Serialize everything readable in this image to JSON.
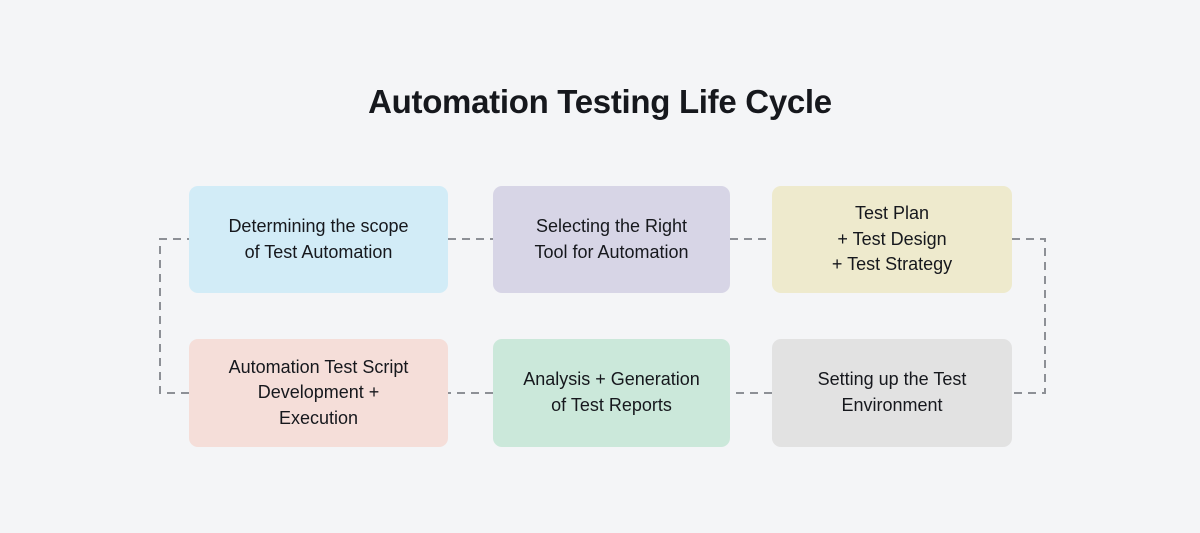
{
  "page": {
    "title": "Automation Testing Life Cycle",
    "background_color": "#f4f5f7",
    "text_color": "#16181d",
    "connector_color": "#8d9096",
    "connector_style": "dashed"
  },
  "chart_data": {
    "type": "diagram",
    "diagram_type": "process-flow",
    "title": "Automation Testing Life Cycle",
    "layout": "3-column x 2-row serpentine loop",
    "stages": [
      {
        "order": 1,
        "label": "Determining the scope\nof Test Automation",
        "color": "#d2ecf7",
        "color_name": "light-blue",
        "row": 1,
        "column": 1
      },
      {
        "order": 2,
        "label": "Selecting the Right\nTool for Automation",
        "color": "#d7d5e6",
        "color_name": "lavender",
        "row": 1,
        "column": 2
      },
      {
        "order": 3,
        "label": "Test Plan\n+ Test Design\n+ Test Strategy",
        "color": "#eeeacd",
        "color_name": "cream",
        "row": 1,
        "column": 3
      },
      {
        "order": 4,
        "label": "Setting up the Test\nEnvironment",
        "color": "#e2e2e2",
        "color_name": "light-gray",
        "row": 2,
        "column": 3
      },
      {
        "order": 5,
        "label": "Analysis + Generation\nof Test Reports",
        "color": "#cbe8da",
        "color_name": "mint-green",
        "row": 2,
        "column": 2
      },
      {
        "order": 6,
        "label": "Automation Test Script\nDevelopment +\nExecution",
        "color": "#f5ded9",
        "color_name": "pink",
        "row": 2,
        "column": 1
      }
    ],
    "connectors": [
      {
        "from": 1,
        "to": 2,
        "shape": "horizontal"
      },
      {
        "from": 2,
        "to": 3,
        "shape": "horizontal"
      },
      {
        "from": 3,
        "to": 4,
        "shape": "right-elbow"
      },
      {
        "from": 4,
        "to": 5,
        "shape": "horizontal"
      },
      {
        "from": 5,
        "to": 6,
        "shape": "horizontal"
      },
      {
        "from": 6,
        "to": 1,
        "shape": "left-elbow"
      }
    ]
  }
}
